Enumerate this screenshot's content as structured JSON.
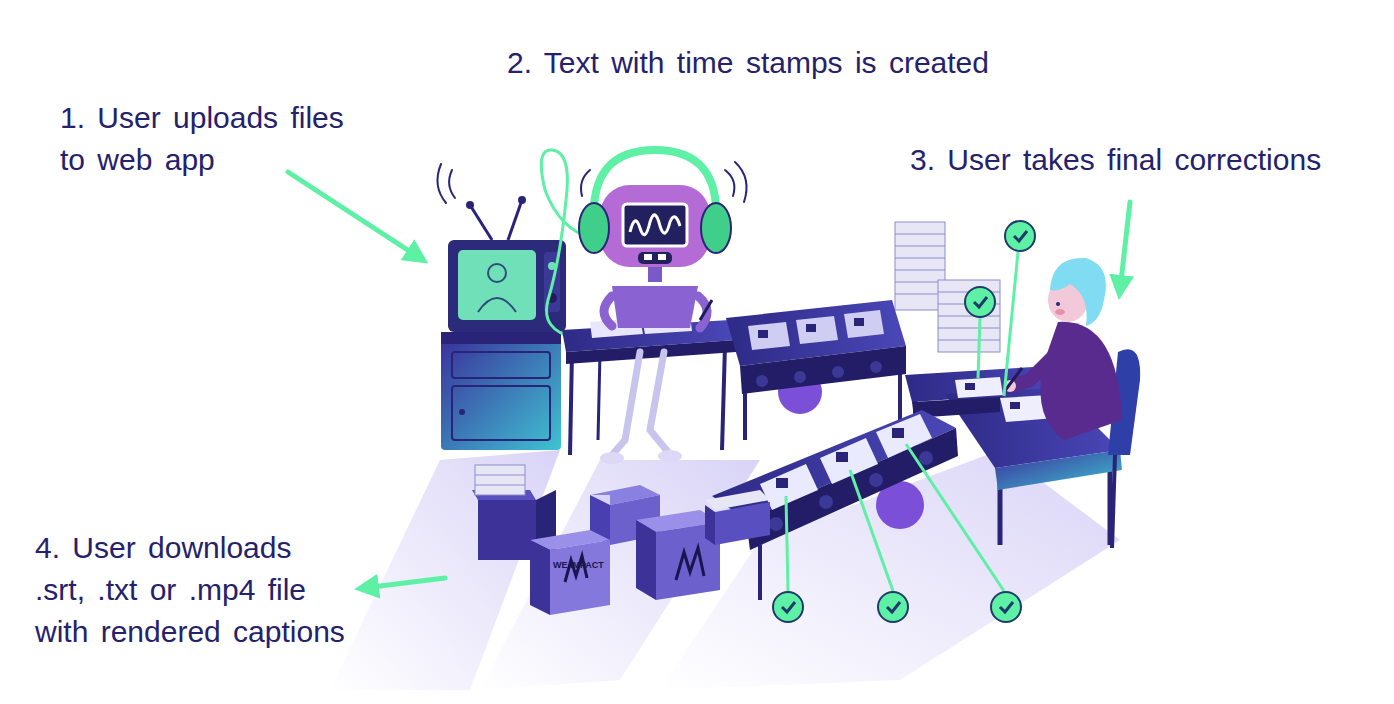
{
  "diagram": {
    "labels": [
      "1. User uploads files to web app",
      "2. Text with time stamps is created",
      "3. User takes final corrections",
      "4. User downloads .srt, .txt or .mp4 file with rendered captions",
      "WE IMPACT"
    ]
  }
}
